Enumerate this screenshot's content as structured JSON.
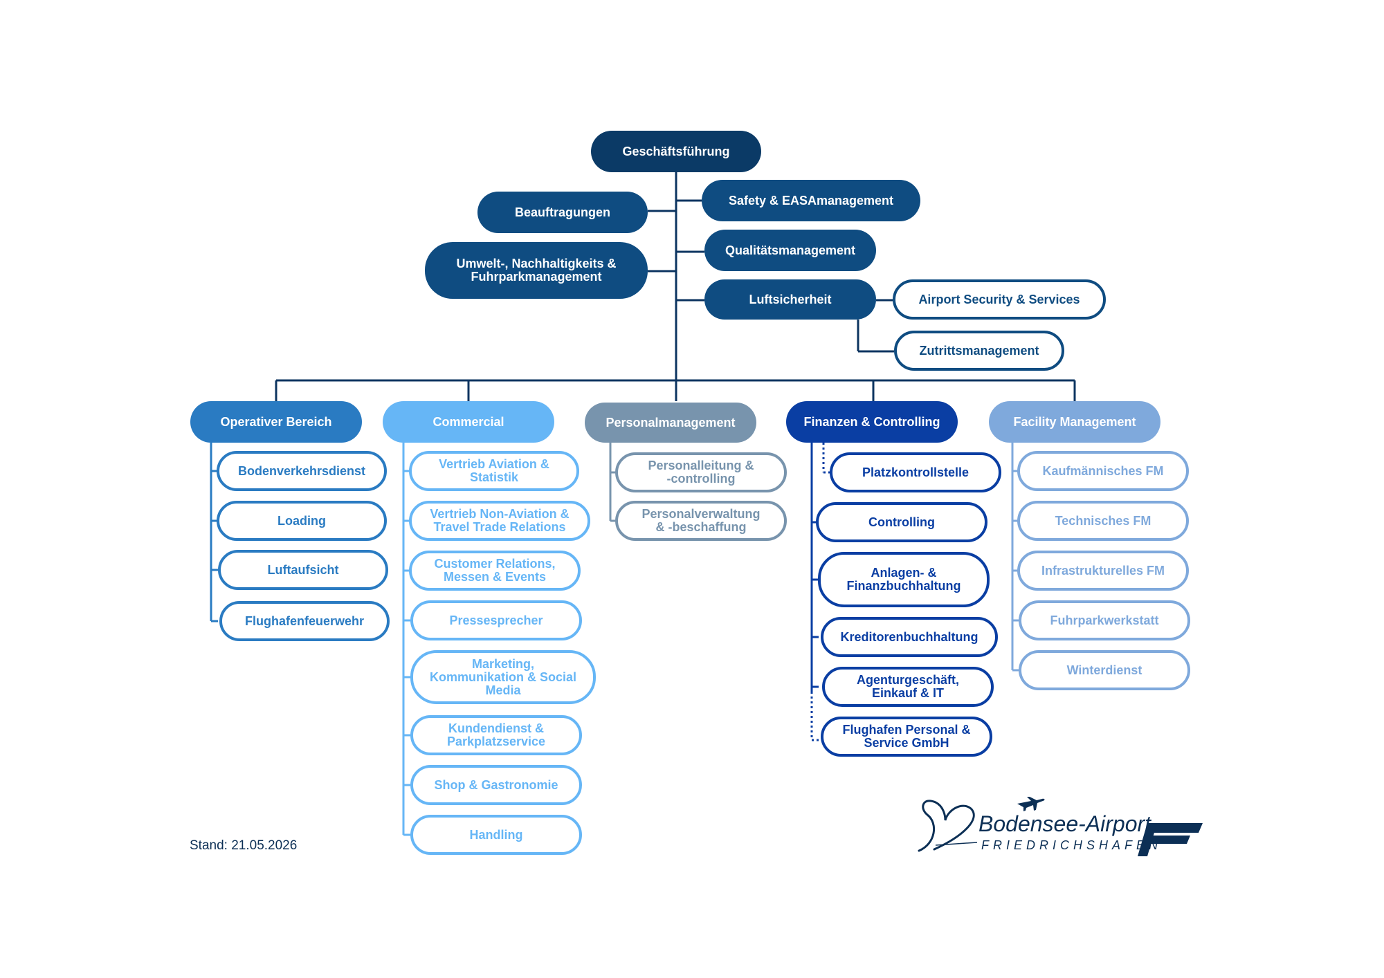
{
  "colors": {
    "top": "#0b3a66",
    "staff": "#0f4c81",
    "line": "#0c3460",
    "operativ": "#2a7bc2",
    "commercial": "#66b6f6",
    "personal": "#7894ad",
    "finanzen": "#0a3ea3",
    "facility": "#7fa9dc"
  },
  "top": {
    "label": "Geschäftsführung"
  },
  "staff": {
    "beauftragungen": "Beauftragungen",
    "umwelt": "Umwelt-, Nachhaltigkeits &\nFuhrparkmanagement",
    "safety": "Safety & EASAmanagement",
    "qualitaet": "Qualitätsmanagement",
    "luftsicherheit": "Luftsicherheit"
  },
  "luftsicherheit_units": {
    "airport_security": "Airport Security & Services",
    "zutritt": "Zutrittsmanagement"
  },
  "divisions": {
    "operativ": {
      "label": "Operativer Bereich",
      "units": [
        "Bodenverkehrsdienst",
        "Loading",
        "Luftaufsicht",
        "Flughafenfeuerwehr"
      ]
    },
    "commercial": {
      "label": "Commercial",
      "units": [
        "Vertrieb Aviation &\nStatistik",
        "Vertrieb Non-Aviation &\nTravel Trade Relations",
        "Customer Relations,\nMessen & Events",
        "Pressesprecher",
        "Marketing,\nKommunikation & Social\nMedia",
        "Kundendienst &\nParkplatzservice",
        "Shop & Gastronomie",
        "Handling"
      ]
    },
    "personal": {
      "label": "Personalmanagement",
      "units": [
        "Personalleitung &\n-controlling",
        "Personalverwaltung\n& -beschaffung"
      ]
    },
    "finanzen": {
      "label": "Finanzen & Controlling",
      "units": [
        "Platzkontrollstelle",
        "Controlling",
        "Anlagen- &\nFinanzbuchhaltung",
        "Kreditorenbuchhaltung",
        "Agenturgeschäft,\nEinkauf & IT",
        "Flughafen Personal &\nService GmbH"
      ]
    },
    "facility": {
      "label": "Facility Management",
      "units": [
        "Kaufmännisches FM",
        "Technisches FM",
        "Infrastrukturelles FM",
        "Fuhrparkwerkstatt",
        "Winterdienst"
      ]
    }
  },
  "footer": {
    "stand": "Stand: 21.05.2026"
  },
  "logo": {
    "name": "Bodensee-Airport",
    "city": "FRIEDRICHSHAFEN"
  }
}
